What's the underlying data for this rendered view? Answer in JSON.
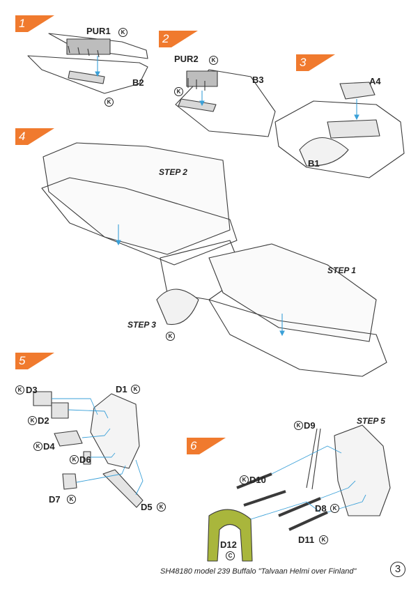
{
  "brand": {
    "accent": "#f07a2e",
    "resin_green": "#a9b63c",
    "line": "#3a3a3a",
    "arrow": "#3aa0d8"
  },
  "steps": [
    {
      "number": "1"
    },
    {
      "number": "2"
    },
    {
      "number": "3"
    },
    {
      "number": "4"
    },
    {
      "number": "5"
    },
    {
      "number": "6"
    }
  ],
  "parts": {
    "pur1": "PUR1",
    "pur2": "PUR2",
    "b2": "B2",
    "b3": "B3",
    "a4": "A4",
    "b1": "B1",
    "d1": "D1",
    "d2": "D2",
    "d3": "D3",
    "d4": "D4",
    "d5": "D5",
    "d6": "D6",
    "d7": "D7",
    "d8": "D8",
    "d9": "D9",
    "d10": "D10",
    "d11": "D11",
    "d12": "D12"
  },
  "step_refs": {
    "step1": "STEP 1",
    "step2": "STEP 2",
    "step3": "STEP 3",
    "step5": "STEP 5"
  },
  "markers": {
    "kit": "K",
    "common": "C"
  },
  "footer": {
    "title": "SH48180 model 239 Buffalo \"Talvaan Helmi over Finland\"",
    "page": "3"
  }
}
